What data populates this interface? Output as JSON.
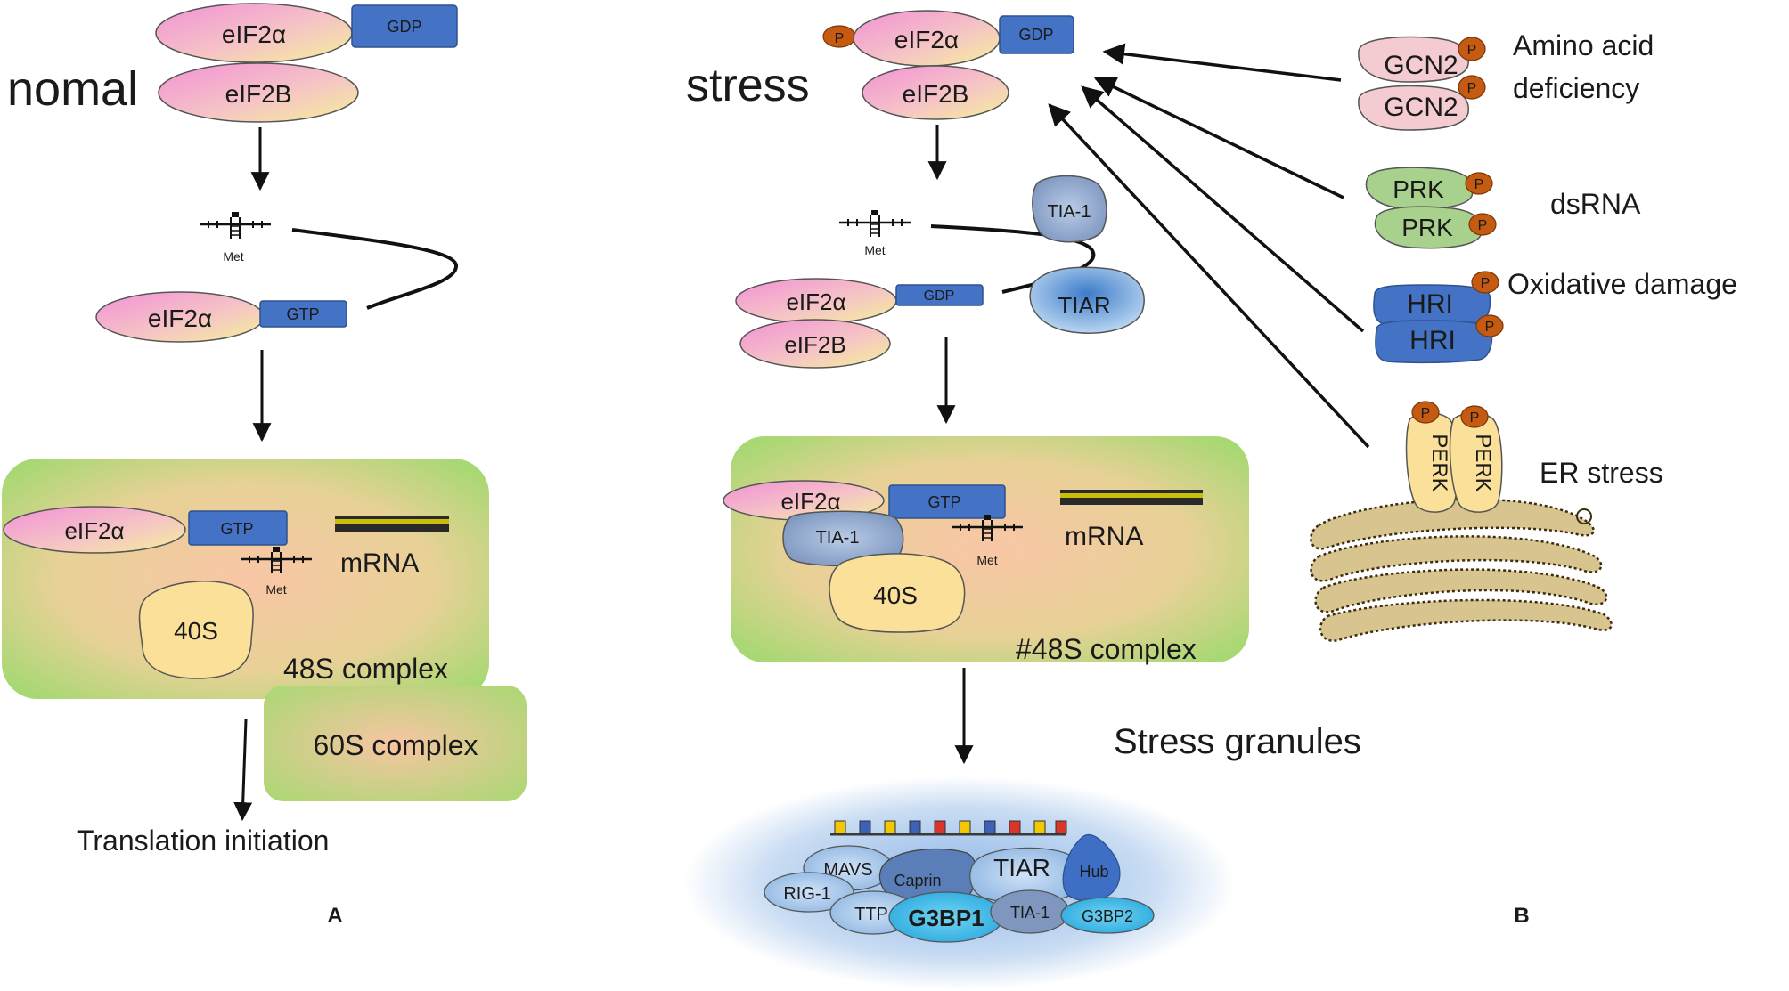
{
  "colors": {
    "protein_pink": "#f29bd5",
    "protein_yellow": "#f7ec9c",
    "gtp_blue": "#4472c4",
    "complex_green": "#9bd46a",
    "complex_orange": "#f7c8a0",
    "phospho": "#c55a11",
    "granule_blue": "#9fc3ea"
  },
  "panel_a": {
    "title": "nomal",
    "eif2a_top": "eIF2α",
    "gdp_top": "GDP",
    "eif2b_top": "eIF2B",
    "met": "Met",
    "eif2a_mid": "eIF2α",
    "gtp_mid": "GTP",
    "complex": {
      "eif2a": "eIF2α",
      "gtp": "GTP",
      "met": "Met",
      "mrna": "mRNA",
      "s40": "40S",
      "name": "48S complex"
    },
    "s60": "60S complex",
    "result": "Translation initiation",
    "letter": "A"
  },
  "panel_b": {
    "title": "stress",
    "p": "P",
    "eif2a_top": "eIF2α",
    "gdp_top": "GDP",
    "eif2b_top": "eIF2B",
    "met": "Met",
    "tia1": "TIA-1",
    "tiar": "TIAR",
    "eif2a_mid": "eIF2α",
    "gdp_mid": "GDP",
    "eif2b_mid": "eIF2B",
    "complex": {
      "eif2a": "eIF2α",
      "gtp": "GTP",
      "tia1": "TIA-1",
      "met": "Met",
      "mrna": "mRNA",
      "s40": "40S",
      "name": "#48S complex"
    },
    "stress_granules": "Stress granules",
    "granule": {
      "mavs": "MAVS",
      "caprin": "Caprin",
      "tiar": "TIAR",
      "hub": "Hub",
      "rig1": "RIG-1",
      "ttp": "TTP",
      "g3bp1": "G3BP1",
      "tia1": "TIA-1",
      "g3bp2": "G3BP2"
    },
    "kinases": {
      "gcn2": "GCN2",
      "gcn2_trigger_1": "Amino acid",
      "gcn2_trigger_2": "deficiency",
      "prk": "PRK",
      "prk_trigger": "dsRNA",
      "hri": "HRI",
      "hri_trigger": "Oxidative damage",
      "perk": "PERK",
      "perk_trigger": "ER stress"
    },
    "letter": "B"
  }
}
